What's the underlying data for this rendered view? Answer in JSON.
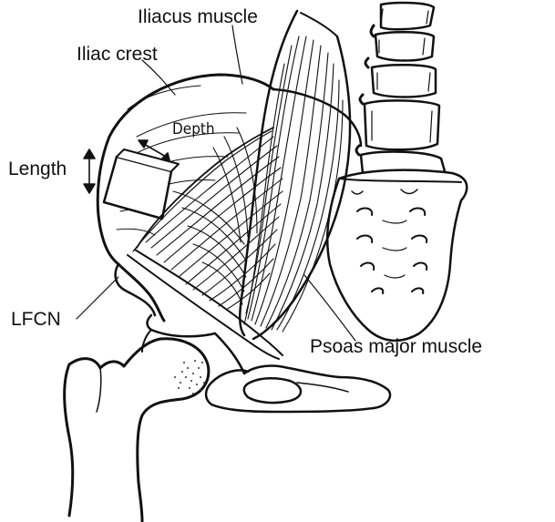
{
  "labels": {
    "iliacus": "Iliacus muscle",
    "iliac_crest": "Iliac crest",
    "depth": "Depth",
    "length": "Length",
    "lfcn": "LFCN",
    "psoas": "Psoas major muscle"
  },
  "colors": {
    "ink": "#111111",
    "background": "#ffffff",
    "stipple": "#333333"
  }
}
